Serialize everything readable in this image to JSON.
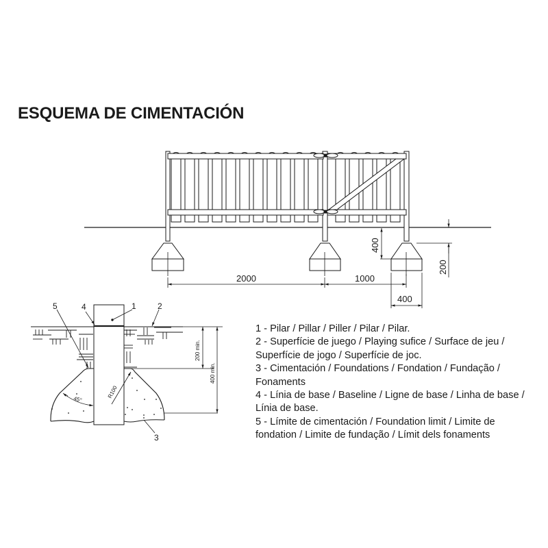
{
  "title": "ESQUEMA DE CIMENTACIÓN",
  "elevation": {
    "dimensions": {
      "span_left": "2000",
      "span_right": "1000",
      "footing_width": "400",
      "depth_total": "400",
      "depth_footing_top": "200"
    }
  },
  "detail": {
    "callouts": [
      "1",
      "2",
      "3",
      "4",
      "5"
    ],
    "dimensions": {
      "depth_min_200": "200 min.",
      "depth_min_400": "400 min.",
      "angle": "45°",
      "radius": "R100"
    }
  },
  "legend": {
    "items": [
      "1 - Pilar / Pillar / Piller / Pilar / Pilar.",
      "2 - Superfície de juego / Playing sufice / Surface de jeu / Superfície de jogo / Superfície de joc.",
      "3 - Cimentación / Foundations / Fondation / Fundação / Fonaments",
      "4 - Línia de base / Baseline / Ligne de base / Linha de base / Línia de base.",
      "5 - Límite de cimentación / Foundation limit / Limite de fondation / Limite de fundação / Límit dels fonaments"
    ]
  },
  "colors": {
    "line": "#1a1a1a",
    "background": "#ffffff"
  }
}
